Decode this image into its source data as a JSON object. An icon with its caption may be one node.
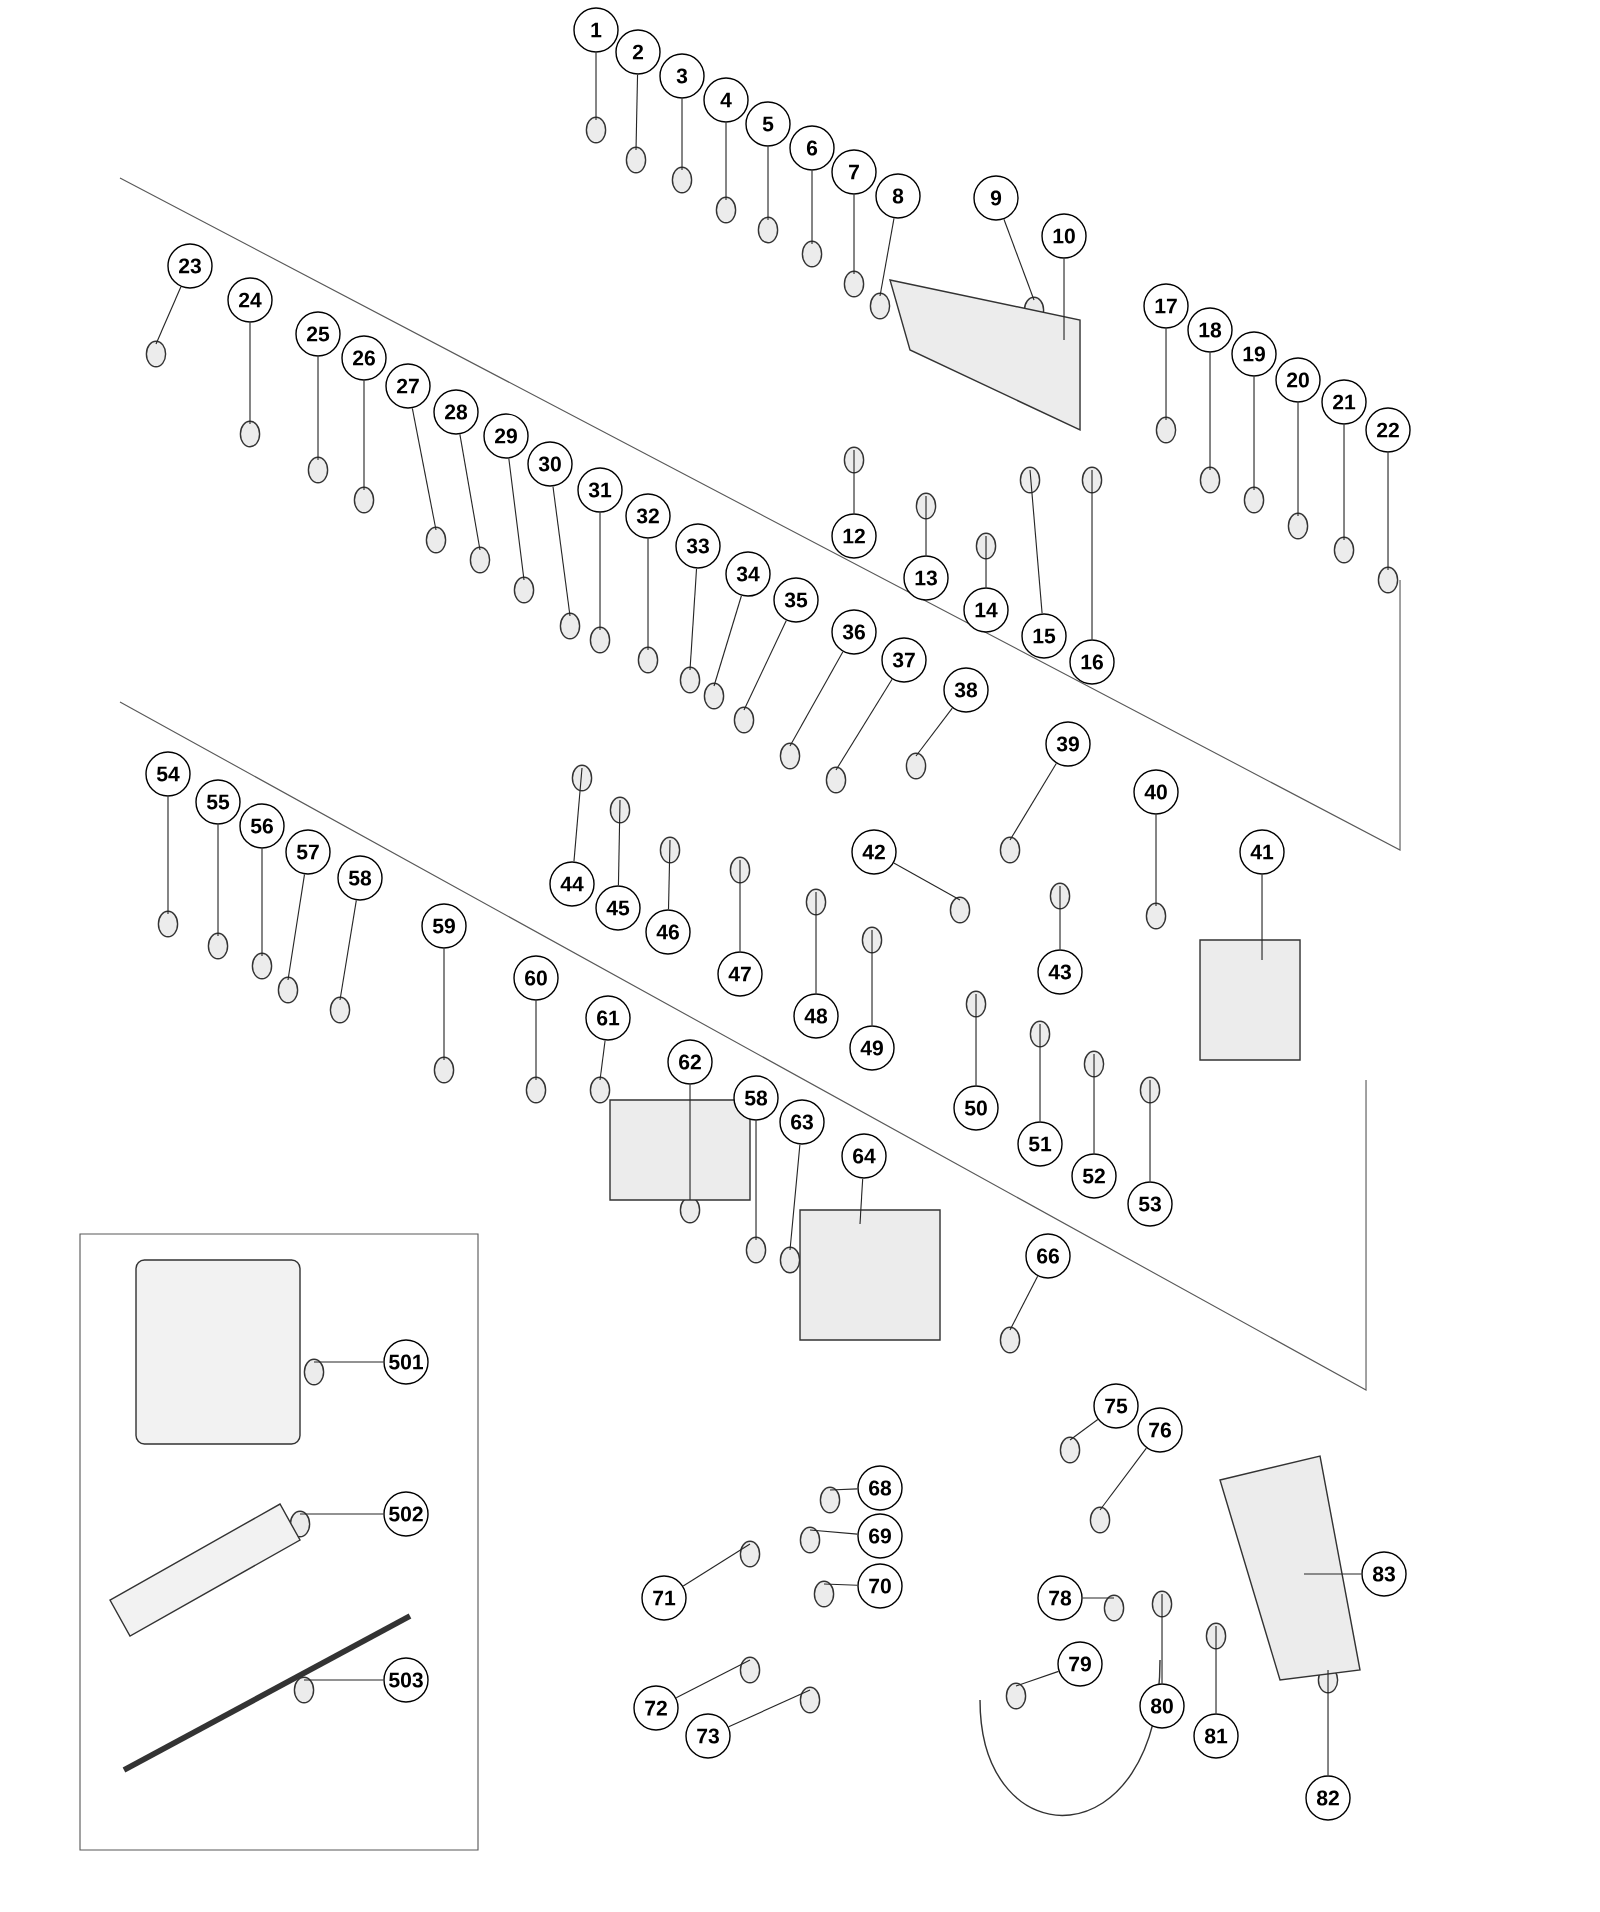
{
  "diagram": {
    "nodes": [
      {
        "text": [
          "1"
        ]
      },
      {
        "text": [
          "2"
        ]
      },
      {
        "text": [
          "3"
        ]
      },
      {
        "text": [
          "4"
        ]
      },
      {
        "text": [
          "5"
        ]
      },
      {
        "text": [
          "6"
        ]
      },
      {
        "text": [
          "7"
        ]
      },
      {
        "text": [
          "8"
        ]
      },
      {
        "text": [
          "9"
        ]
      },
      {
        "text": [
          "10"
        ]
      },
      {
        "text": [
          "12"
        ]
      },
      {
        "text": [
          "13"
        ]
      },
      {
        "text": [
          "14"
        ]
      },
      {
        "text": [
          "15"
        ]
      },
      {
        "text": [
          "16"
        ]
      },
      {
        "text": [
          "17"
        ]
      },
      {
        "text": [
          "18"
        ]
      },
      {
        "text": [
          "19"
        ]
      },
      {
        "text": [
          "20"
        ]
      },
      {
        "text": [
          "21"
        ]
      },
      {
        "text": [
          "22"
        ]
      },
      {
        "text": [
          "23"
        ]
      },
      {
        "text": [
          "24"
        ]
      },
      {
        "text": [
          "25"
        ]
      },
      {
        "text": [
          "26"
        ]
      },
      {
        "text": [
          "27"
        ]
      },
      {
        "text": [
          "28"
        ]
      },
      {
        "text": [
          "29"
        ]
      },
      {
        "text": [
          "30"
        ]
      },
      {
        "text": [
          "31"
        ]
      },
      {
        "text": [
          "32"
        ]
      },
      {
        "text": [
          "33"
        ]
      },
      {
        "text": [
          "34"
        ]
      },
      {
        "text": [
          "35"
        ]
      },
      {
        "text": [
          "36"
        ]
      },
      {
        "text": [
          "37"
        ]
      },
      {
        "text": [
          "38"
        ]
      },
      {
        "text": [
          "39"
        ]
      },
      {
        "text": [
          "40"
        ]
      },
      {
        "text": [
          "41"
        ]
      },
      {
        "text": [
          "42"
        ]
      },
      {
        "text": [
          "43"
        ]
      },
      {
        "text": [
          "44"
        ]
      },
      {
        "text": [
          "45"
        ]
      },
      {
        "text": [
          "46"
        ]
      },
      {
        "text": [
          "47"
        ]
      },
      {
        "text": [
          "48"
        ]
      },
      {
        "text": [
          "49"
        ]
      },
      {
        "text": [
          "50"
        ]
      },
      {
        "text": [
          "51"
        ]
      },
      {
        "text": [
          "52"
        ]
      },
      {
        "text": [
          "53"
        ]
      },
      {
        "text": [
          "54"
        ]
      },
      {
        "text": [
          "55"
        ]
      },
      {
        "text": [
          "56"
        ]
      },
      {
        "text": [
          "57"
        ]
      },
      {
        "text": [
          "58"
        ]
      },
      {
        "text": [
          "59"
        ]
      },
      {
        "text": [
          "60"
        ]
      },
      {
        "text": [
          "61"
        ]
      },
      {
        "text": [
          "62"
        ]
      },
      {
        "text": [
          "58"
        ]
      },
      {
        "text": [
          "63"
        ]
      },
      {
        "text": [
          "64"
        ]
      },
      {
        "text": [
          "66"
        ]
      },
      {
        "text": [
          "75"
        ]
      },
      {
        "text": [
          "76"
        ]
      },
      {
        "text": [
          "68"
        ]
      },
      {
        "text": [
          "69"
        ]
      },
      {
        "text": [
          "70"
        ]
      },
      {
        "text": [
          "71"
        ]
      },
      {
        "text": [
          "72"
        ]
      },
      {
        "text": [
          "73"
        ]
      },
      {
        "text": [
          "78"
        ]
      },
      {
        "text": [
          "79"
        ]
      },
      {
        "text": [
          "80"
        ]
      },
      {
        "text": [
          "81"
        ]
      },
      {
        "text": [
          "82"
        ]
      },
      {
        "text": [
          "83"
        ]
      },
      {
        "text": [
          "501"
        ]
      },
      {
        "text": [
          "502"
        ]
      },
      {
        "text": [
          "503"
        ]
      }
    ],
    "edges": [
      {
        "from": 0,
        "to": null,
        "arrow": "none"
      },
      {
        "from": 1,
        "to": null,
        "arrow": "none"
      },
      {
        "from": 2,
        "to": null,
        "arrow": "none"
      },
      {
        "from": 3,
        "to": null,
        "arrow": "none"
      },
      {
        "from": 4,
        "to": null,
        "arrow": "none"
      },
      {
        "from": 5,
        "to": null,
        "arrow": "none"
      },
      {
        "from": 6,
        "to": null,
        "arrow": "none"
      },
      {
        "from": 7,
        "to": null,
        "arrow": "none"
      },
      {
        "from": 8,
        "to": null,
        "arrow": "none"
      },
      {
        "from": 9,
        "to": null,
        "arrow": "none"
      },
      {
        "from": 10,
        "to": null,
        "arrow": "none"
      },
      {
        "from": 11,
        "to": null,
        "arrow": "none"
      },
      {
        "from": 12,
        "to": null,
        "arrow": "none"
      },
      {
        "from": 13,
        "to": null,
        "arrow": "none"
      },
      {
        "from": 14,
        "to": null,
        "arrow": "none"
      },
      {
        "from": 15,
        "to": null,
        "arrow": "none"
      },
      {
        "from": 16,
        "to": null,
        "arrow": "none"
      },
      {
        "from": 17,
        "to": null,
        "arrow": "none"
      },
      {
        "from": 18,
        "to": null,
        "arrow": "none"
      },
      {
        "from": 19,
        "to": null,
        "arrow": "none"
      },
      {
        "from": 20,
        "to": null,
        "arrow": "none"
      },
      {
        "from": 21,
        "to": null,
        "arrow": "none"
      },
      {
        "from": 22,
        "to": null,
        "arrow": "none"
      },
      {
        "from": 23,
        "to": null,
        "arrow": "none"
      },
      {
        "from": 24,
        "to": null,
        "arrow": "none"
      },
      {
        "from": 25,
        "to": null,
        "arrow": "none"
      },
      {
        "from": 26,
        "to": null,
        "arrow": "none"
      },
      {
        "from": 27,
        "to": null,
        "arrow": "none"
      },
      {
        "from": 28,
        "to": null,
        "arrow": "none"
      },
      {
        "from": 29,
        "to": null,
        "arrow": "none"
      },
      {
        "from": 30,
        "to": null,
        "arrow": "none"
      },
      {
        "from": 31,
        "to": null,
        "arrow": "none"
      },
      {
        "from": 32,
        "to": null,
        "arrow": "none"
      },
      {
        "from": 33,
        "to": null,
        "arrow": "none"
      },
      {
        "from": 34,
        "to": null,
        "arrow": "none"
      },
      {
        "from": 35,
        "to": null,
        "arrow": "none"
      },
      {
        "from": 36,
        "to": null,
        "arrow": "none"
      },
      {
        "from": 37,
        "to": null,
        "arrow": "none"
      },
      {
        "from": 38,
        "to": null,
        "arrow": "none"
      },
      {
        "from": 39,
        "to": null,
        "arrow": "none"
      },
      {
        "from": 40,
        "to": null,
        "arrow": "none"
      },
      {
        "from": 41,
        "to": null,
        "arrow": "none"
      },
      {
        "from": 42,
        "to": null,
        "arrow": "none"
      },
      {
        "from": 43,
        "to": null,
        "arrow": "none"
      },
      {
        "from": 44,
        "to": null,
        "arrow": "none"
      },
      {
        "from": 45,
        "to": null,
        "arrow": "none"
      },
      {
        "from": 46,
        "to": null,
        "arrow": "none"
      },
      {
        "from": 47,
        "to": null,
        "arrow": "none"
      },
      {
        "from": 48,
        "to": null,
        "arrow": "none"
      },
      {
        "from": 49,
        "to": null,
        "arrow": "none"
      },
      {
        "from": 50,
        "to": null,
        "arrow": "none"
      },
      {
        "from": 51,
        "to": null,
        "arrow": "none"
      },
      {
        "from": 52,
        "to": null,
        "arrow": "none"
      },
      {
        "from": 53,
        "to": null,
        "arrow": "none"
      },
      {
        "from": 54,
        "to": null,
        "arrow": "none"
      },
      {
        "from": 55,
        "to": null,
        "arrow": "none"
      },
      {
        "from": 56,
        "to": null,
        "arrow": "none"
      },
      {
        "from": 57,
        "to": null,
        "arrow": "none"
      },
      {
        "from": 58,
        "to": null,
        "arrow": "none"
      },
      {
        "from": 59,
        "to": null,
        "arrow": "none"
      },
      {
        "from": 60,
        "to": null,
        "arrow": "none"
      },
      {
        "from": 61,
        "to": null,
        "arrow": "none"
      },
      {
        "from": 62,
        "to": null,
        "arrow": "none"
      },
      {
        "from": 63,
        "to": null,
        "arrow": "none"
      },
      {
        "from": 64,
        "to": null,
        "arrow": "none"
      },
      {
        "from": 65,
        "to": null,
        "arrow": "none"
      },
      {
        "from": 66,
        "to": null,
        "arrow": "none"
      },
      {
        "from": 67,
        "to": null,
        "arrow": "none"
      },
      {
        "from": 68,
        "to": null,
        "arrow": "none"
      },
      {
        "from": 69,
        "to": null,
        "arrow": "none"
      },
      {
        "from": 70,
        "to": null,
        "arrow": "none"
      },
      {
        "from": 71,
        "to": null,
        "arrow": "none"
      },
      {
        "from": 72,
        "to": null,
        "arrow": "none"
      },
      {
        "from": 73,
        "to": null,
        "arrow": "none"
      },
      {
        "from": 74,
        "to": null,
        "arrow": "none"
      },
      {
        "from": 75,
        "to": null,
        "arrow": "none"
      },
      {
        "from": 76,
        "to": null,
        "arrow": "none"
      },
      {
        "from": 77,
        "to": null,
        "arrow": "none"
      },
      {
        "from": 78,
        "to": null,
        "arrow": "none"
      },
      {
        "from": 79,
        "to": null,
        "arrow": "none"
      },
      {
        "from": 80,
        "to": null,
        "arrow": "none"
      },
      {
        "from": 81,
        "to": null,
        "arrow": "none"
      }
    ]
  }
}
